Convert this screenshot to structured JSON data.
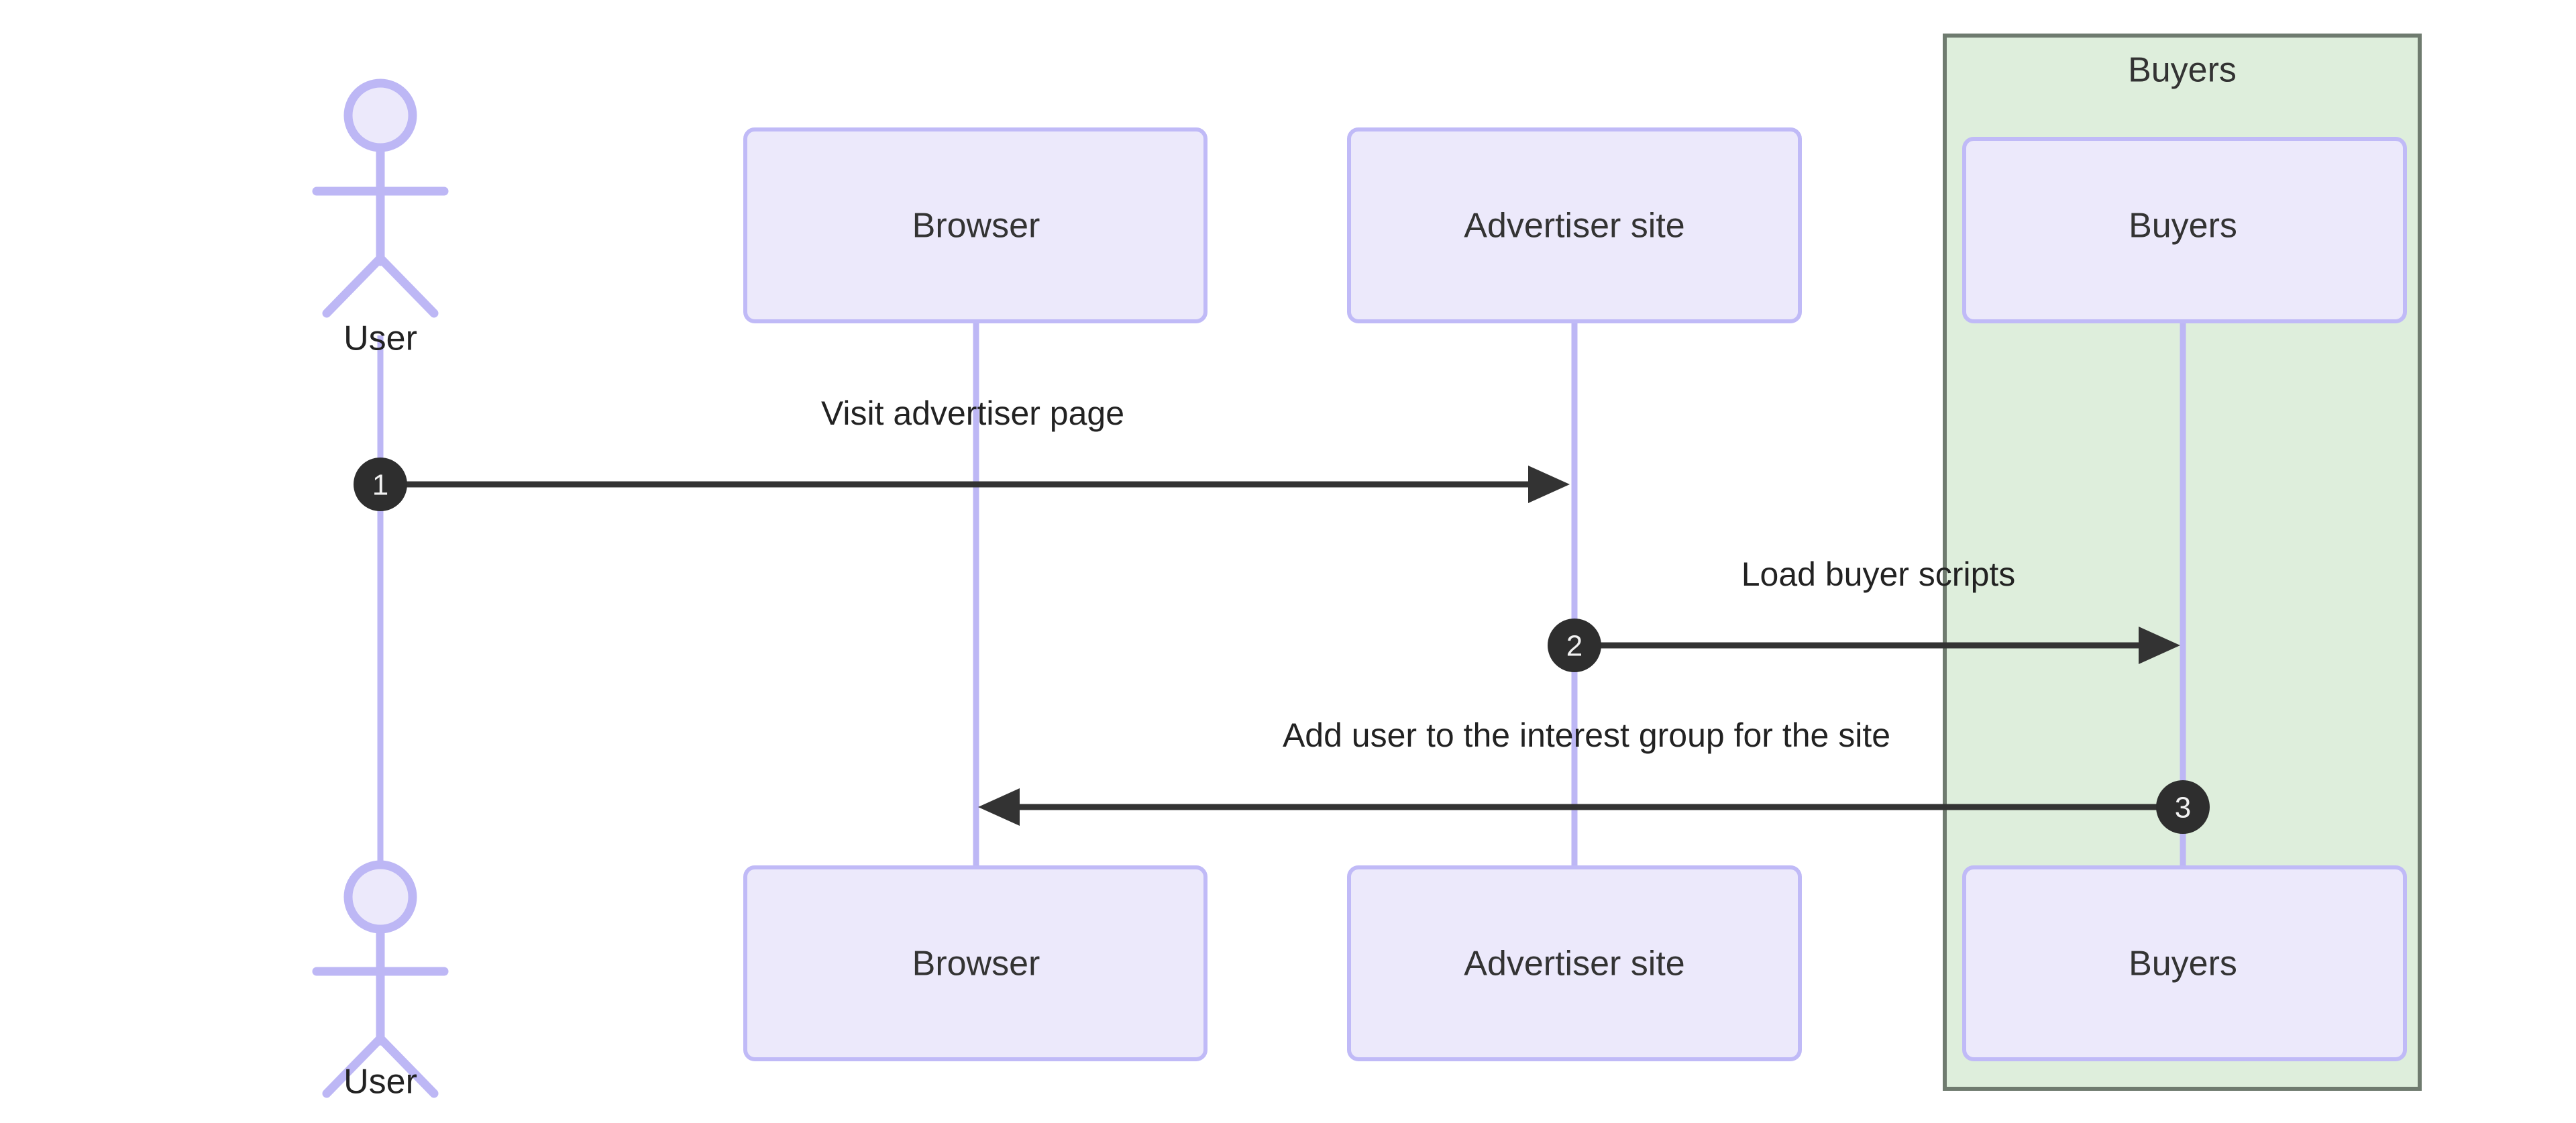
{
  "diagram": {
    "type": "sequence-diagram",
    "title": "",
    "background_color": "#ffffff",
    "box_fill_color": "#ECE9FB",
    "box_border_color": "#C0BAF7",
    "lifeline_color": "#BDB7F5",
    "message_color": "#333333",
    "badge_color": "#2E2E2E",
    "group_fill_color": "#DEEEDC",
    "group_border_color": "#6F7B6F"
  },
  "participants": [
    {
      "id": "user",
      "label": "User",
      "kind": "actor",
      "top_label": "User",
      "bottom_label": "User"
    },
    {
      "id": "browser",
      "label": "Browser",
      "kind": "box",
      "top_label": "Browser",
      "bottom_label": "Browser"
    },
    {
      "id": "advertiser",
      "label": "Advertiser site",
      "kind": "box",
      "top_label": "Advertiser site",
      "bottom_label": "Advertiser site"
    },
    {
      "id": "buyers",
      "label": "Buyers",
      "kind": "box",
      "top_label": "Buyers",
      "bottom_label": "Buyers"
    }
  ],
  "groups": [
    {
      "id": "buyers-group",
      "title": "Buyers",
      "members": [
        "buyers"
      ]
    }
  ],
  "messages": [
    {
      "number": "1",
      "label": "Visit advertiser page",
      "from": "user",
      "to": "advertiser",
      "direction": "right",
      "style": "solid-arrow"
    },
    {
      "number": "2",
      "label": "Load buyer scripts",
      "from": "advertiser",
      "to": "buyers",
      "direction": "right",
      "style": "solid-arrow"
    },
    {
      "number": "3",
      "label": "Add user to the interest group for the site",
      "from": "buyers",
      "to": "browser",
      "direction": "left",
      "style": "solid-arrow"
    }
  ]
}
